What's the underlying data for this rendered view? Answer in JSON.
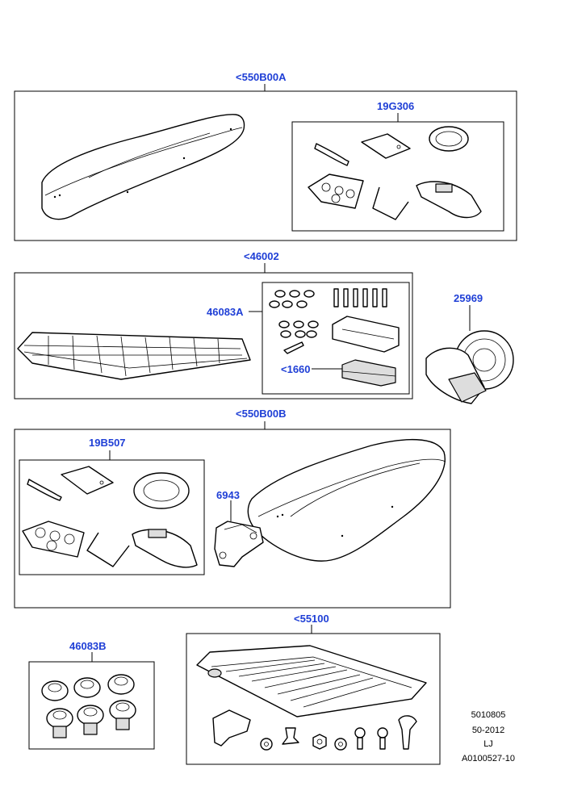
{
  "diagram": {
    "callouts": {
      "box_kit_a": "<550B00A",
      "fitting_kit_a": "19G306",
      "rack_basket": "<46002",
      "basket_fitting_kit": "46083A",
      "basket_mount_pads": "<1660",
      "ratchet_strap": "25969",
      "box_kit_b": "<550B00B",
      "fitting_kit_b": "19B507",
      "box_mount_clamp": "6943",
      "suction_mounts": "46083B",
      "roof_rack": "<55100"
    },
    "doc_info": {
      "code_1": "5010805",
      "code_2": "50-2012",
      "code_3": "LJ",
      "code_4": "A0100527-10"
    }
  },
  "colors": {
    "callout": "#1f3fd6",
    "line": "#000000",
    "background": "#ffffff"
  }
}
